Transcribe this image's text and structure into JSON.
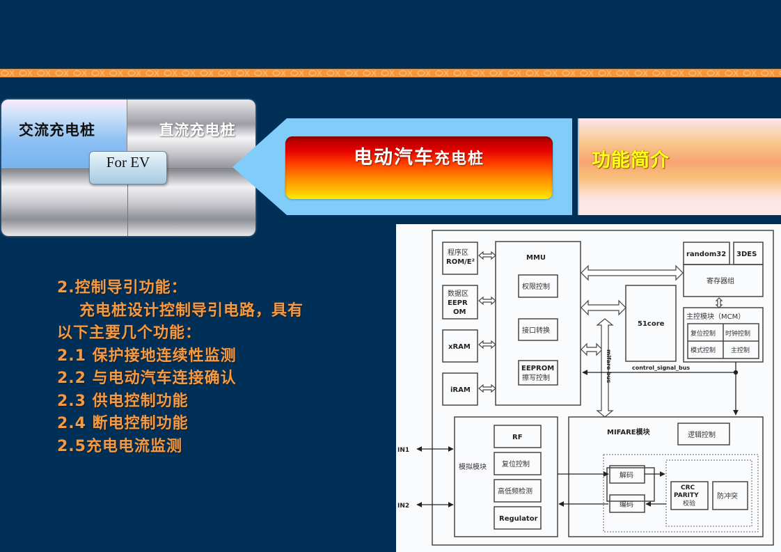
{
  "colors": {
    "background": "#002f57",
    "band": "#f4953a",
    "body_text": "#f49a44",
    "section_title": "#ffff1a",
    "arrow_fill": "#7fcdf8"
  },
  "tabs": {
    "ac_label": "交流充电桩",
    "dc_label": "直流充电桩",
    "badge_label": "For EV"
  },
  "banner": {
    "title_large": "电动汽车",
    "title_small": "充电桩"
  },
  "section": {
    "title": "功能简介"
  },
  "content": {
    "heading": "2.控制导引功能：",
    "intro_line1": "充电桩设计控制导引电路，具有",
    "intro_line2": "以下主要几个功能：",
    "items": [
      "2.1 保护接地连续性监测",
      "2.2 与电动汽车连接确认",
      "2.3 供电控制功能",
      "2.4 断电控制功能",
      "2.5充电电流监测"
    ]
  },
  "diagram": {
    "memory_blocks": [
      {
        "line1": "程序区",
        "line2": "ROM/E²"
      },
      {
        "line1": "数据区",
        "line2": "EEPR",
        "line3": "OM"
      },
      {
        "line1": "xRAM"
      },
      {
        "line1": "iRAM"
      }
    ],
    "mmu": {
      "title": "MMU",
      "sub": [
        "权限控制",
        "接口转换",
        "EEPROM",
        "擦写控制"
      ]
    },
    "core": "51core",
    "random": "random32",
    "des": "3DES",
    "registers": "寄存器组",
    "mcm": {
      "title": "主控模块（MCM）",
      "cells": [
        "复位控制",
        "时钟控制",
        "模式控制",
        "主控制"
      ]
    },
    "control_bus": "control_signal_bus",
    "mifare_bus": "mifare bus",
    "analog": {
      "title": "模拟模块",
      "items": [
        "RF",
        "复位控制",
        "高低频检测",
        "Regulator"
      ]
    },
    "mifare": {
      "title": "MIFARE模块",
      "logic": "逻辑控制",
      "decode": "解码",
      "encode": "编码",
      "crc1": "CRC",
      "crc2": "PARITY",
      "crc3": "校验",
      "anticollision": "防冲突"
    },
    "ports": [
      "IN1",
      "IN2"
    ]
  }
}
